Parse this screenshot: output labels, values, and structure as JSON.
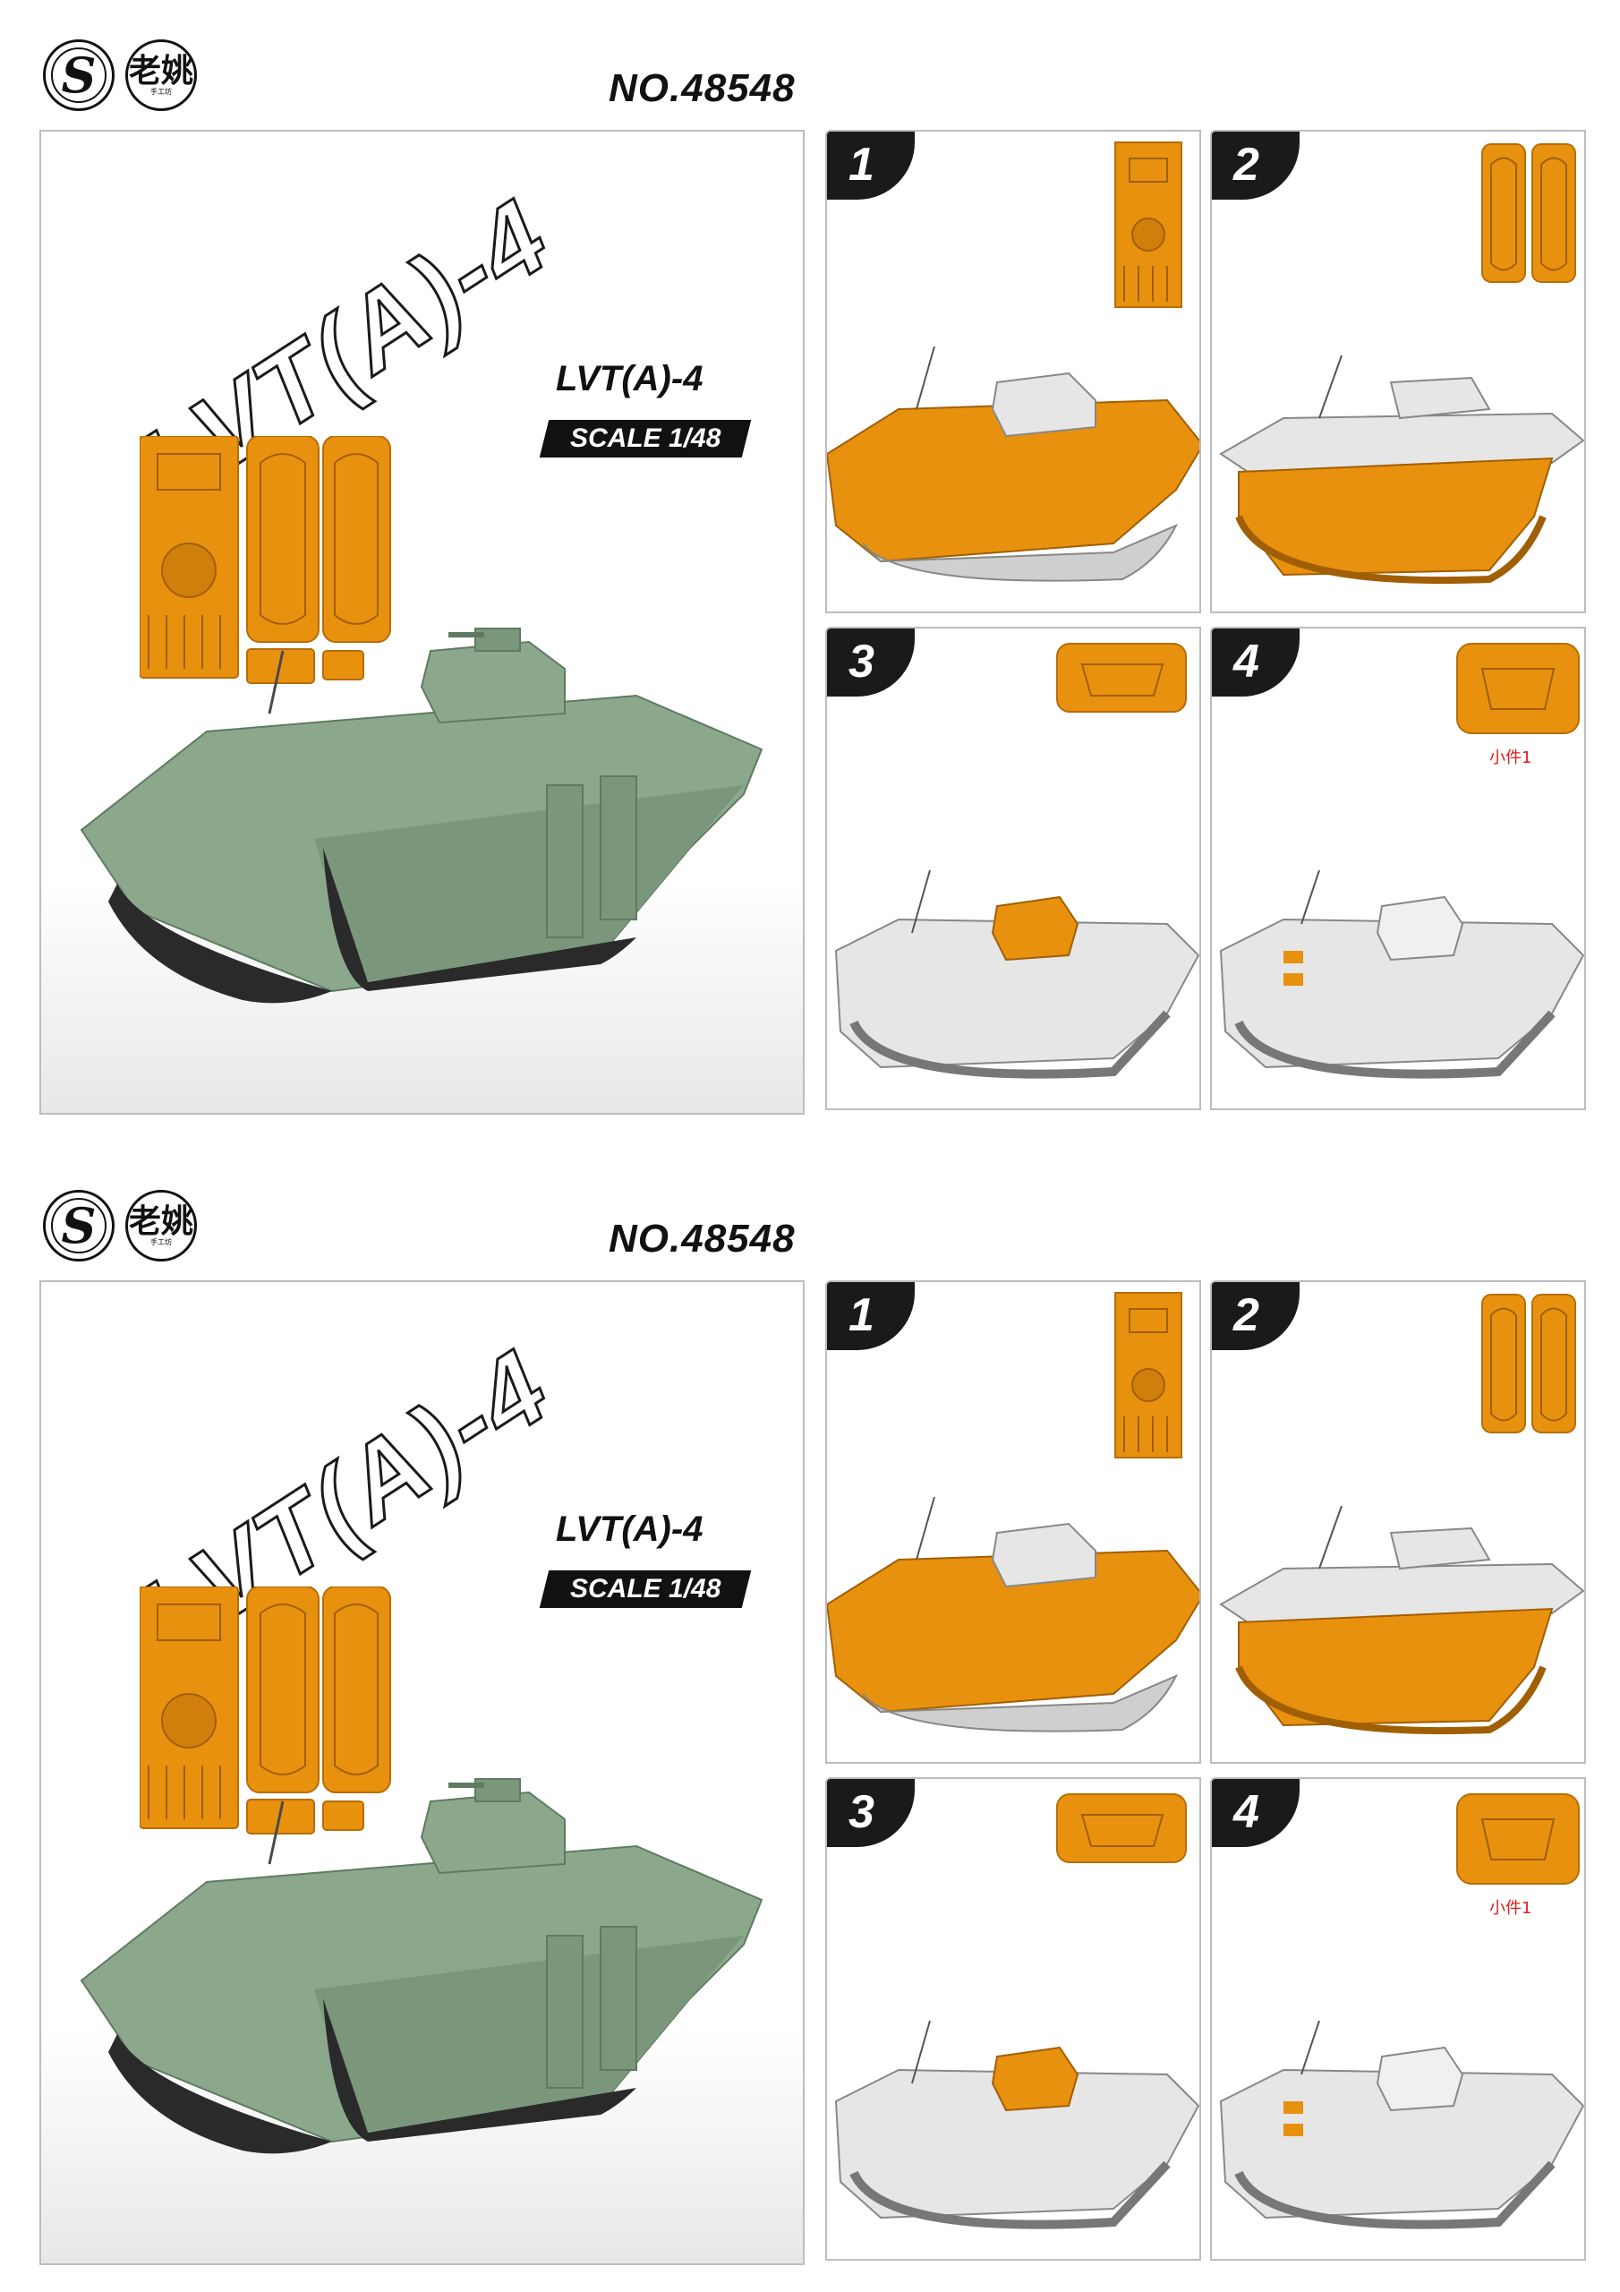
{
  "colors": {
    "brass": "#e8910f",
    "hull_green": "#8ba88c",
    "hull_green_dark": "#6b876c",
    "track": "#2a2a2a",
    "white_model": "#e6e6e6",
    "note_red": "#e01a1a"
  },
  "sheets": [
    {
      "logos": {
        "brand_letter": "S",
        "calligraphy": "老姚",
        "calligraphy_sub": "手工坊"
      },
      "product_no": "NO.48548",
      "main": {
        "big_title": "LVT(A)-4",
        "sub_title": "LVT(A)-4",
        "scale": "SCALE 1/48"
      },
      "steps": [
        {
          "number": "1",
          "note": ""
        },
        {
          "number": "2",
          "note": ""
        },
        {
          "number": "3",
          "note": ""
        },
        {
          "number": "4",
          "note": "小件1"
        }
      ]
    },
    {
      "logos": {
        "brand_letter": "S",
        "calligraphy": "老姚",
        "calligraphy_sub": "手工坊"
      },
      "product_no": "NO.48548",
      "main": {
        "big_title": "LVT(A)-4",
        "sub_title": "LVT(A)-4",
        "scale": "SCALE 1/48"
      },
      "steps": [
        {
          "number": "1",
          "note": ""
        },
        {
          "number": "2",
          "note": ""
        },
        {
          "number": "3",
          "note": ""
        },
        {
          "number": "4",
          "note": "小件1"
        }
      ]
    }
  ]
}
